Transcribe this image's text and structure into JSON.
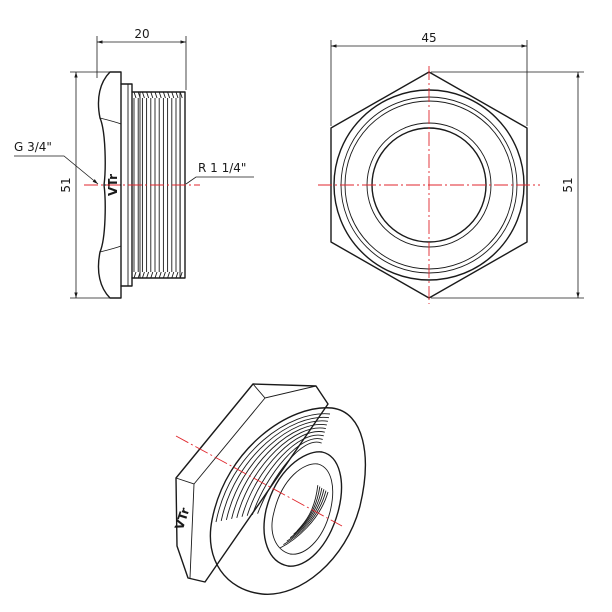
{
  "side_view": {
    "width_dim": "20",
    "height_dim": "51",
    "internal_thread_label": "G 3/4\"",
    "external_thread_label": "R 1 1/4\"",
    "brand_mark": "VTr"
  },
  "front_view": {
    "width_dim": "45",
    "height_dim": "51"
  },
  "iso_view": {
    "brand_mark": "VTr"
  },
  "colors": {
    "line": "#1a1a1a",
    "center_line": "#e0262c"
  }
}
